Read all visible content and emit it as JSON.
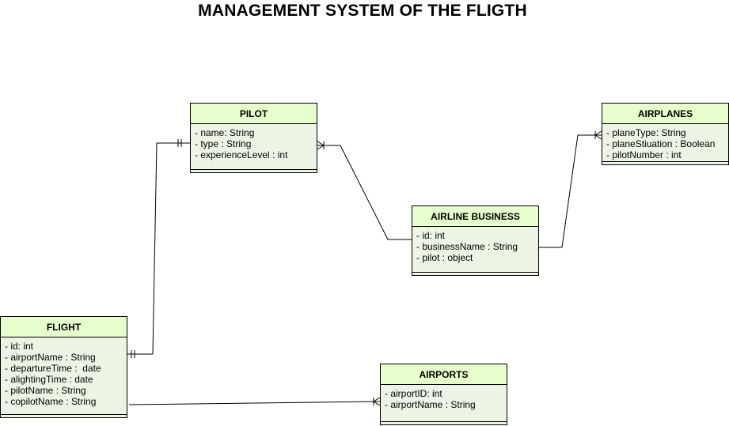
{
  "title": "MANAGEMENT SYSTEM OF THE FLIGTH",
  "entities": {
    "pilot": {
      "name": "PILOT",
      "attributes": [
        "- name: String",
        "- type : String",
        "- experienceLevel : int"
      ]
    },
    "airplanes": {
      "name": "AIRPLANES",
      "attributes": [
        "- planeType: String",
        "- planeStiuation : Boolean",
        "- pilotNumber : int"
      ]
    },
    "airline_business": {
      "name": "AIRLINE BUSINESS",
      "attributes": [
        "- id: int",
        "- businessName : String",
        "- pilot : object"
      ]
    },
    "flight": {
      "name": "FLIGHT",
      "attributes": [
        "- id: int",
        "- airportName : String",
        "- departureTime :  date",
        "- alightingTime : date",
        "- pilotName : String",
        "- copilotName : String"
      ]
    },
    "airports": {
      "name": "AIRPORTS",
      "attributes": [
        "- airportID: int",
        "- airportName : String"
      ]
    }
  },
  "relationships": [
    {
      "from": "flight",
      "to": "pilot",
      "from_end": "one-mandatory",
      "to_end": "one-mandatory"
    },
    {
      "from": "airline_business",
      "to": "pilot",
      "from_end": "none",
      "to_end": "many"
    },
    {
      "from": "airline_business",
      "to": "airplanes",
      "from_end": "none",
      "to_end": "many"
    },
    {
      "from": "flight",
      "to": "airports",
      "from_end": "none",
      "to_end": "many"
    }
  ],
  "colors": {
    "header": "#e6ffcc",
    "body": "#ecf4e3",
    "line": "#000000"
  }
}
